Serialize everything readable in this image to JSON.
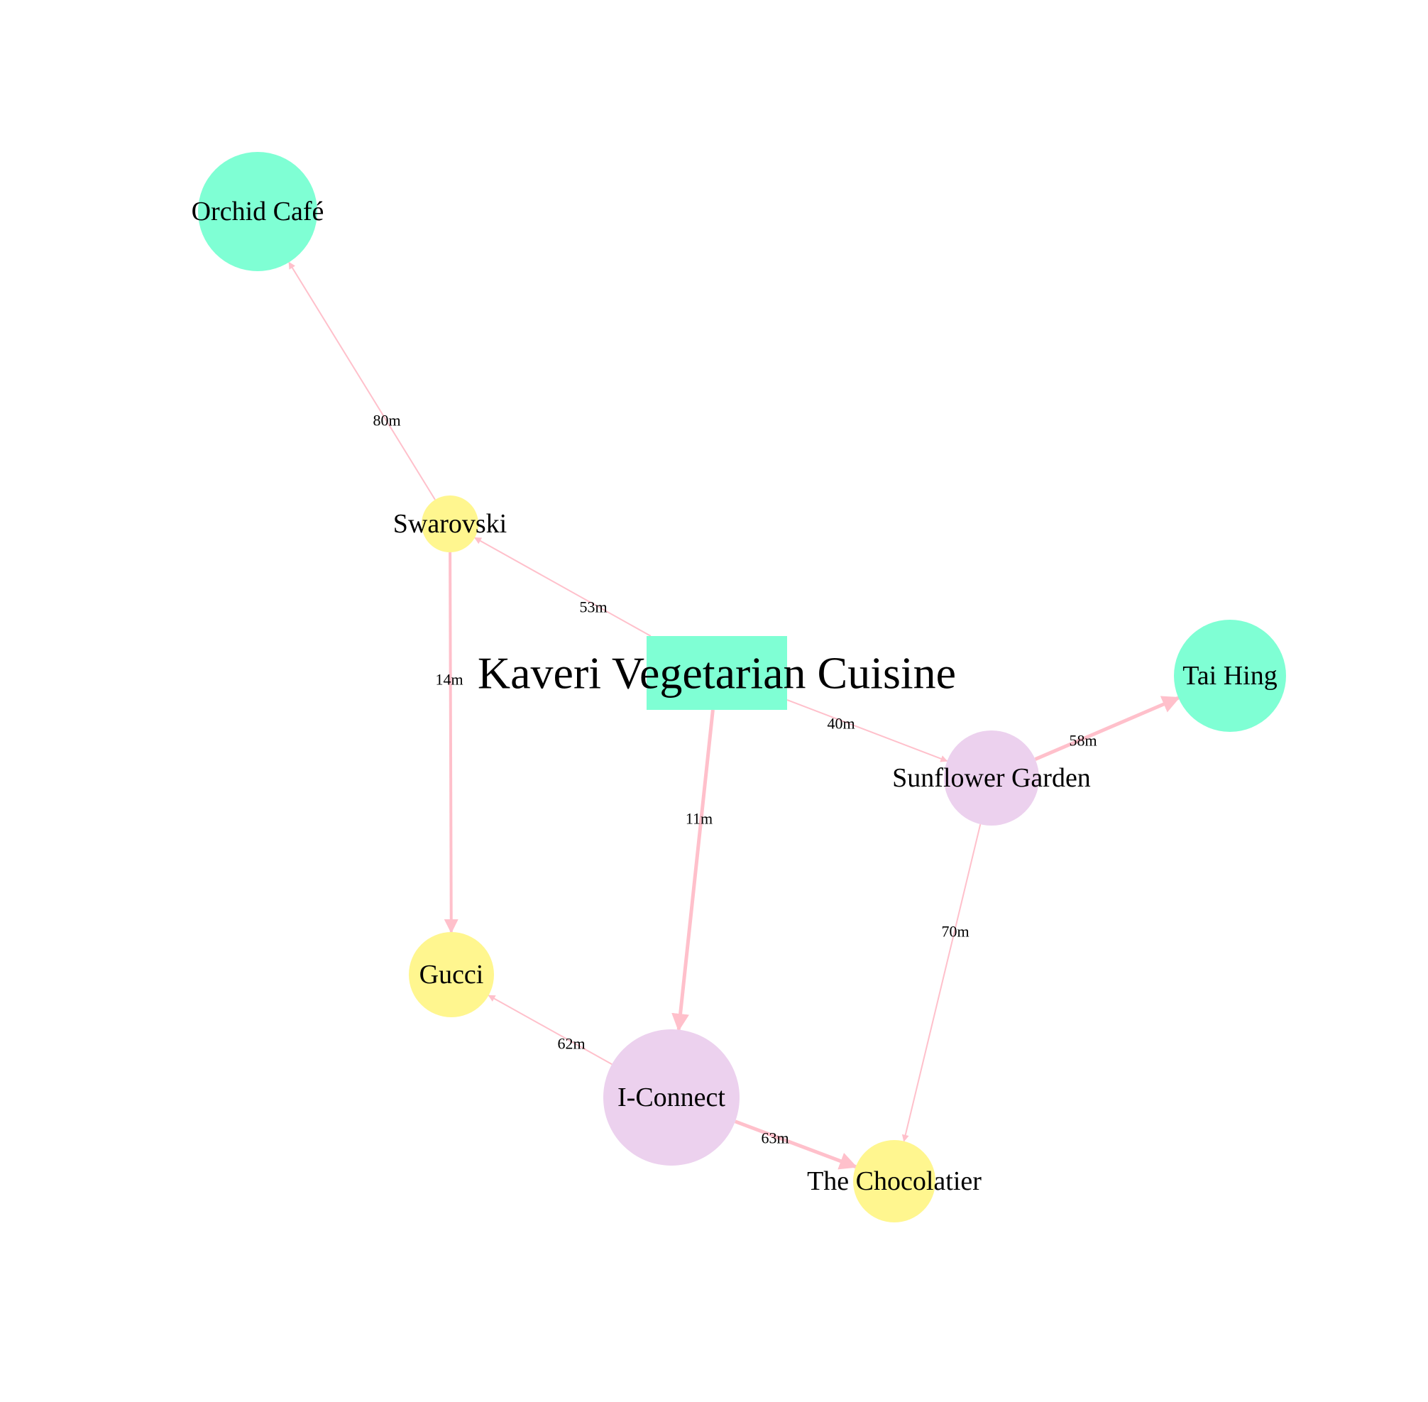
{
  "colors": {
    "edge": "#ffc0cb",
    "mint": "#7fffd4",
    "yellow": "#fff68f",
    "lavender": "#ecd1ee",
    "background": "#ffffff"
  },
  "nodes": [
    {
      "id": "kaveri",
      "label": "Kaveri Vegetarian Cuisine",
      "shape": "rect",
      "color": "mint"
    },
    {
      "id": "orchid",
      "label": "Orchid Café",
      "shape": "circle",
      "color": "mint"
    },
    {
      "id": "swarovski",
      "label": "Swarovski",
      "shape": "circle",
      "color": "yellow"
    },
    {
      "id": "taihing",
      "label": "Tai Hing",
      "shape": "circle",
      "color": "mint"
    },
    {
      "id": "sunflower",
      "label": "Sunflower Garden",
      "shape": "circle",
      "color": "lavender"
    },
    {
      "id": "gucci",
      "label": "Gucci",
      "shape": "circle",
      "color": "yellow"
    },
    {
      "id": "iconnect",
      "label": "I-Connect",
      "shape": "circle",
      "color": "lavender"
    },
    {
      "id": "chocolatier",
      "label": "The Chocolatier",
      "shape": "circle",
      "color": "yellow"
    }
  ],
  "edges": [
    {
      "id": "swarovski-orchid",
      "from": "swarovski",
      "to": "orchid",
      "label": "80m"
    },
    {
      "id": "kaveri-swarovski",
      "from": "kaveri",
      "to": "swarovski",
      "label": "53m"
    },
    {
      "id": "swarovski-gucci",
      "from": "swarovski",
      "to": "gucci",
      "label": "14m"
    },
    {
      "id": "kaveri-sunflower",
      "from": "kaveri",
      "to": "sunflower",
      "label": "40m"
    },
    {
      "id": "sunflower-taihing",
      "from": "sunflower",
      "to": "taihing",
      "label": "58m"
    },
    {
      "id": "kaveri-iconnect",
      "from": "kaveri",
      "to": "iconnect",
      "label": "11m"
    },
    {
      "id": "sunflower-chocolatier",
      "from": "sunflower",
      "to": "chocolatier",
      "label": "70m"
    },
    {
      "id": "iconnect-gucci",
      "from": "iconnect",
      "to": "gucci",
      "label": "62m"
    },
    {
      "id": "iconnect-chocolatier",
      "from": "iconnect",
      "to": "chocolatier",
      "label": "63m"
    }
  ]
}
